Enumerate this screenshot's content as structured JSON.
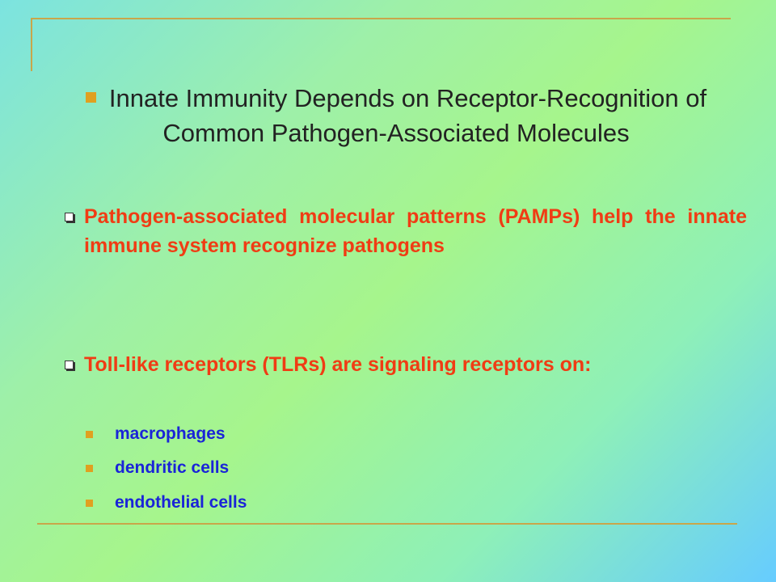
{
  "slide": {
    "title": "Innate Immunity Depends on Receptor-Recognition of Common Pathogen-Associated Molecules",
    "points": [
      {
        "text": "Pathogen-associated molecular patterns (PAMPs) help the innate immune system recognize pathogens"
      },
      {
        "text": "Toll-like receptors (TLRs) are signaling receptors on:",
        "sub_items": [
          "macrophages",
          "dendritic cells",
          "endothelial cells"
        ]
      }
    ]
  },
  "colors": {
    "rule": "#c9a64a",
    "title_text": "#222222",
    "point_text": "#f03c14",
    "sub_text": "#1a24d8",
    "bullet": "#e0a020"
  },
  "icons": {
    "title_bullet": "square-bullet-icon",
    "point_bullet": "checkbox-bullet-icon",
    "sub_bullet": "square-bullet-icon"
  }
}
